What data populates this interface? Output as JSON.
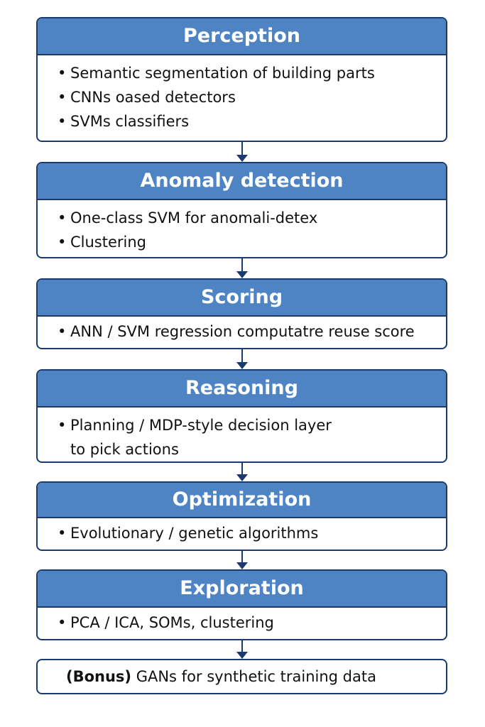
{
  "stages": [
    {
      "title": "Perception",
      "items": [
        [
          "Semantic segmentation of building parts"
        ],
        [
          "CNNs oased detectors"
        ],
        [
          "SVMs classifiers"
        ]
      ]
    },
    {
      "title": "Anomaly detection",
      "items": [
        [
          "One-class SVM for anomali-detex"
        ],
        [
          "Clustering"
        ]
      ]
    },
    {
      "title": "Scoring",
      "items": [
        [
          "ANN / SVM regression computatre reuse score"
        ]
      ]
    },
    {
      "title": "Reasoning",
      "items": [
        [
          "Planning / MDP-style decision layer",
          "to pick actions"
        ]
      ]
    },
    {
      "title": "Optimization",
      "items": [
        [
          "Evolutionary / genetic algorithms"
        ]
      ]
    },
    {
      "title": "Exploration",
      "items": [
        [
          "PCA / ICA, SOMs, clustering"
        ]
      ]
    }
  ],
  "bonus": {
    "prefix": "(Bonus)",
    "text": " GANs for synthetic training data"
  },
  "colors": {
    "header": "#4f84c4",
    "border": "#1b3a6d"
  }
}
